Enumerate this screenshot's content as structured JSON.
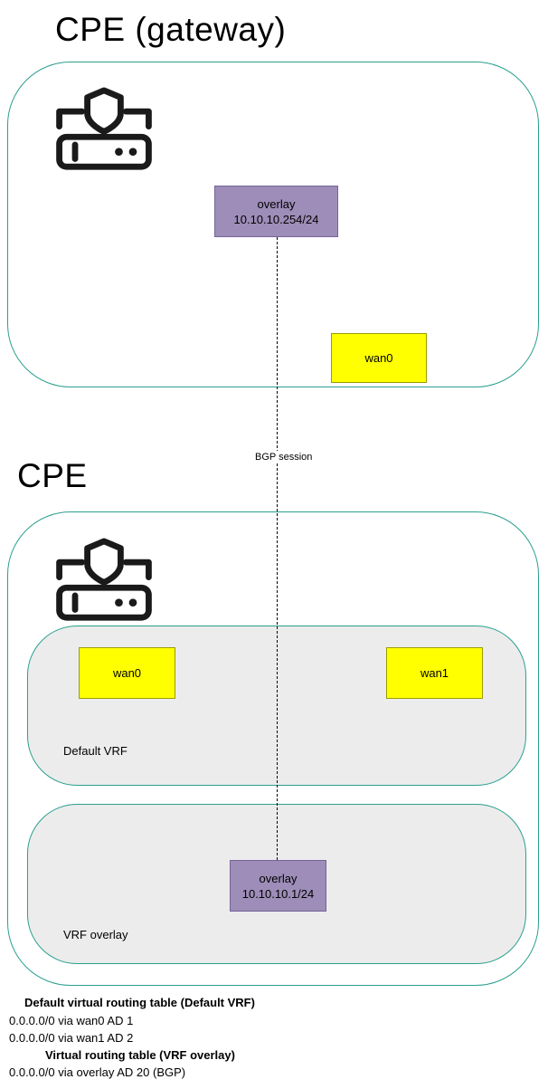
{
  "titles": {
    "gateway": "CPE (gateway)",
    "cpe": "CPE"
  },
  "gateway": {
    "overlay_label": "overlay",
    "overlay_ip": "10.10.10.254/24",
    "wan0_label": "wan0"
  },
  "bgp_session_label": "BGP session",
  "cpe": {
    "default_vrf": {
      "label": "Default VRF",
      "wan0_label": "wan0",
      "wan1_label": "wan1"
    },
    "vrf_overlay": {
      "label": "VRF overlay",
      "overlay_label": "overlay",
      "overlay_ip": "10.10.10.1/24"
    }
  },
  "routing_tables": {
    "default_title": "Default virtual routing table (Default VRF)",
    "default_routes": [
      "0.0.0.0/0 via wan0 AD 1",
      "0.0.0.0/0 via wan1 AD 2"
    ],
    "overlay_title": "Virtual routing table (VRF overlay)",
    "overlay_routes": [
      "0.0.0.0/0 via overlay AD 20 (BGP)"
    ]
  },
  "icons": {
    "router": "firewall-router-icon"
  },
  "colors": {
    "teal": "#2aa08e",
    "purple-fill": "#9d8db8",
    "purple-stroke": "#75659a",
    "yellow-fill": "#ffff00",
    "yellow-stroke": "#9b9b00",
    "gray-fill": "#ececec",
    "line": "#000000",
    "text": "#000000"
  }
}
